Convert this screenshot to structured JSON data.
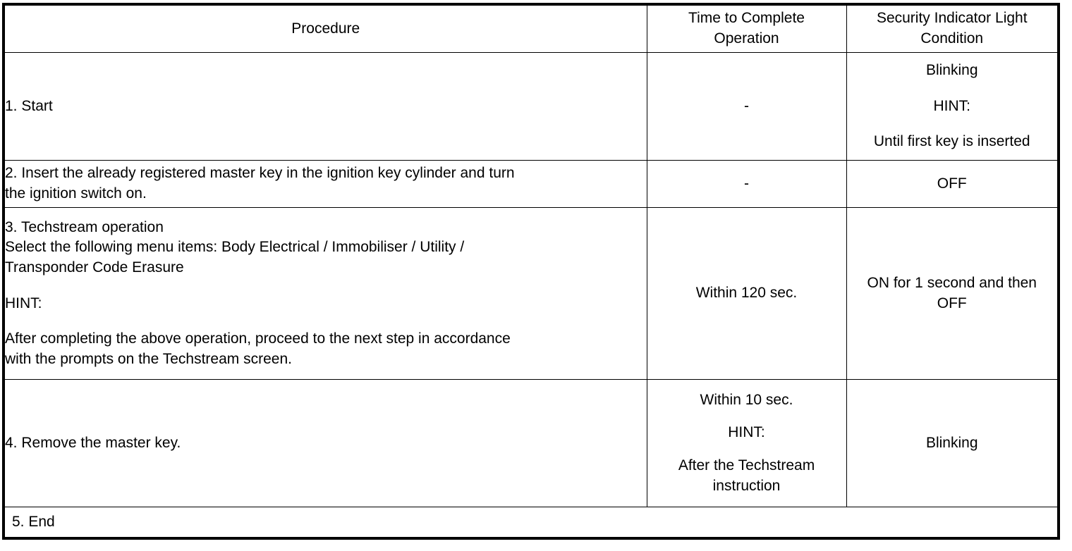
{
  "table": {
    "headers": {
      "procedure": "Procedure",
      "time": "Time to Complete Operation",
      "time_line1": "Time to Complete",
      "time_line2": "Operation",
      "light": "Security Indicator Light Condition",
      "light_line1": "Security Indicator Light",
      "light_line2": "Condition"
    },
    "rows": [
      {
        "id": "row-1",
        "procedure": "1. Start",
        "time": "-",
        "light_line1": "Blinking",
        "light_line2": "HINT:",
        "light_line3": "Until first key is inserted"
      },
      {
        "id": "row-2",
        "procedure_line1": "2. Insert the already registered master key in the ignition key cylinder and turn",
        "procedure_line2": "the ignition switch on.",
        "time": "-",
        "light": "OFF"
      },
      {
        "id": "row-3",
        "procedure_line1": "3. Techstream operation",
        "procedure_line2": "Select the following menu items: Body Electrical / Immobiliser / Utility /",
        "procedure_line3": "Transponder Code Erasure",
        "procedure_line4": "HINT:",
        "procedure_line5": "After completing the above operation, proceed to the next step in accordance",
        "procedure_line6": "with the prompts on the Techstream screen.",
        "time": "Within 120 sec.",
        "light_line1": "ON for 1 second and then",
        "light_line2": "OFF"
      },
      {
        "id": "row-4",
        "procedure": "4. Remove the master key.",
        "time_line1": "Within 10 sec.",
        "time_line2": "HINT:",
        "time_line3": "After the Techstream",
        "time_line4": "instruction",
        "light": "Blinking"
      },
      {
        "id": "row-5",
        "procedure": "5. End"
      }
    ]
  },
  "colors": {
    "border": "#000000",
    "text": "#000000",
    "background": "#ffffff"
  }
}
